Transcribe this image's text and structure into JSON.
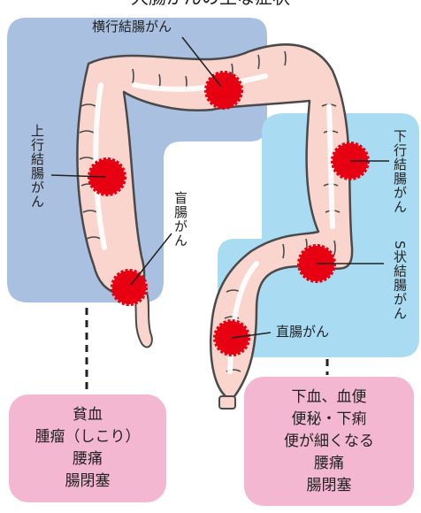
{
  "header_text": "大腸がんの主な症状",
  "labels": {
    "transverse": "横行結腸がん",
    "ascending": "上行結腸がん",
    "cecum": "盲腸がん",
    "descending": "下行結腸がん",
    "sigmoid": "S状結腸がん",
    "rectum": "直腸がん"
  },
  "symptoms_right_side": [
    "貧血",
    "腫瘤（しこり）",
    "腰痛",
    "腸閉塞"
  ],
  "symptoms_left_side": [
    "下血、血便",
    "便秘・下痢",
    "便が細くなる",
    "腰痛",
    "腸閉塞"
  ],
  "colors": {
    "right_region": "#a9c0e0",
    "left_region": "#a9dcf2",
    "symptom_box": "#f4b7d2",
    "colon_fill": "#f9d5cd",
    "colon_outline": "#4a4a4a",
    "tumor": "#e60012"
  }
}
